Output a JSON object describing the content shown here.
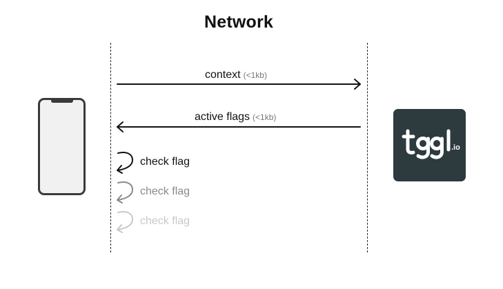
{
  "title": "Network",
  "arrows": [
    {
      "label": "context",
      "size": "(<1kb)"
    },
    {
      "label": "active flags",
      "size": "(<1kb)"
    }
  ],
  "checks": [
    {
      "label": "check flag",
      "color": "#111111"
    },
    {
      "label": "check flag",
      "color": "#8a8a8a"
    },
    {
      "label": "check flag",
      "color": "#c8c8c8"
    }
  ],
  "logo": {
    "main": "tggl",
    "suffix": ".io",
    "background": "#2d3a3e",
    "color": "#ffffff"
  },
  "icons": [
    "phone-icon",
    "tggl-logo",
    "self-loop-arrow-icon"
  ]
}
